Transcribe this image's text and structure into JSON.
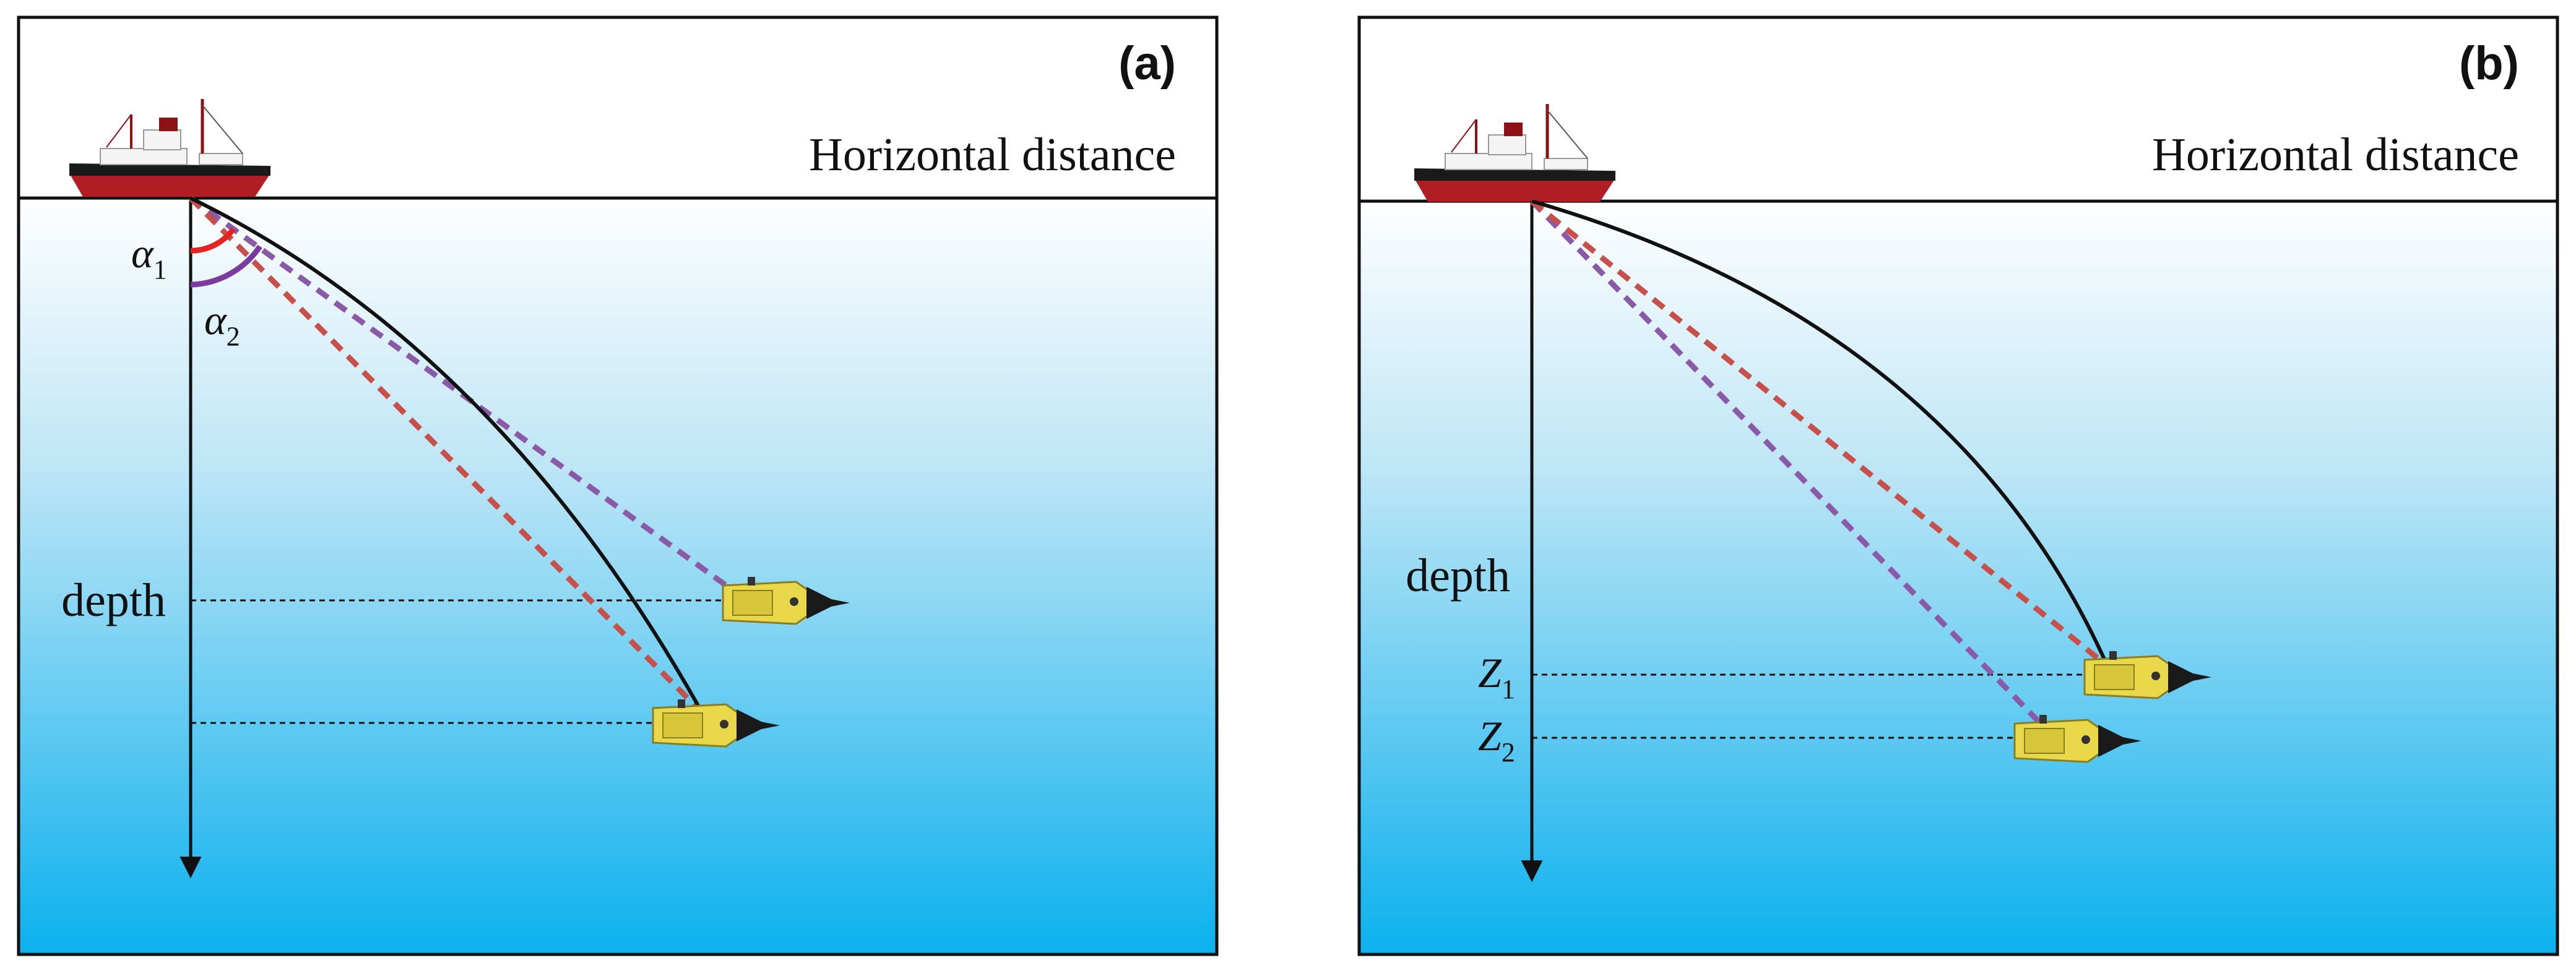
{
  "panels": [
    {
      "id": "a",
      "tag": "(a)",
      "horizontal_label": "Horizontal distance",
      "depth_label": "depth",
      "angle_labels": [
        {
          "base": "α",
          "sub": "1"
        },
        {
          "base": "α",
          "sub": "2"
        }
      ]
    },
    {
      "id": "b",
      "tag": "(b)",
      "horizontal_label": "Horizontal distance",
      "depth_label": "depth",
      "depth_marks": [
        {
          "base": "Z",
          "sub": "1"
        },
        {
          "base": "Z",
          "sub": "2"
        }
      ]
    }
  ],
  "colors": {
    "water_top": "#ffffff",
    "water_bottom": "#0bb1ee",
    "cable": "#111111",
    "red_line": "#c8504a",
    "purple_line": "#8a5aa8",
    "vehicle": "#e8d84a",
    "ship_hull": "#b01e24"
  },
  "icons": [
    "ship-icon",
    "underwater-vehicle-icon"
  ]
}
